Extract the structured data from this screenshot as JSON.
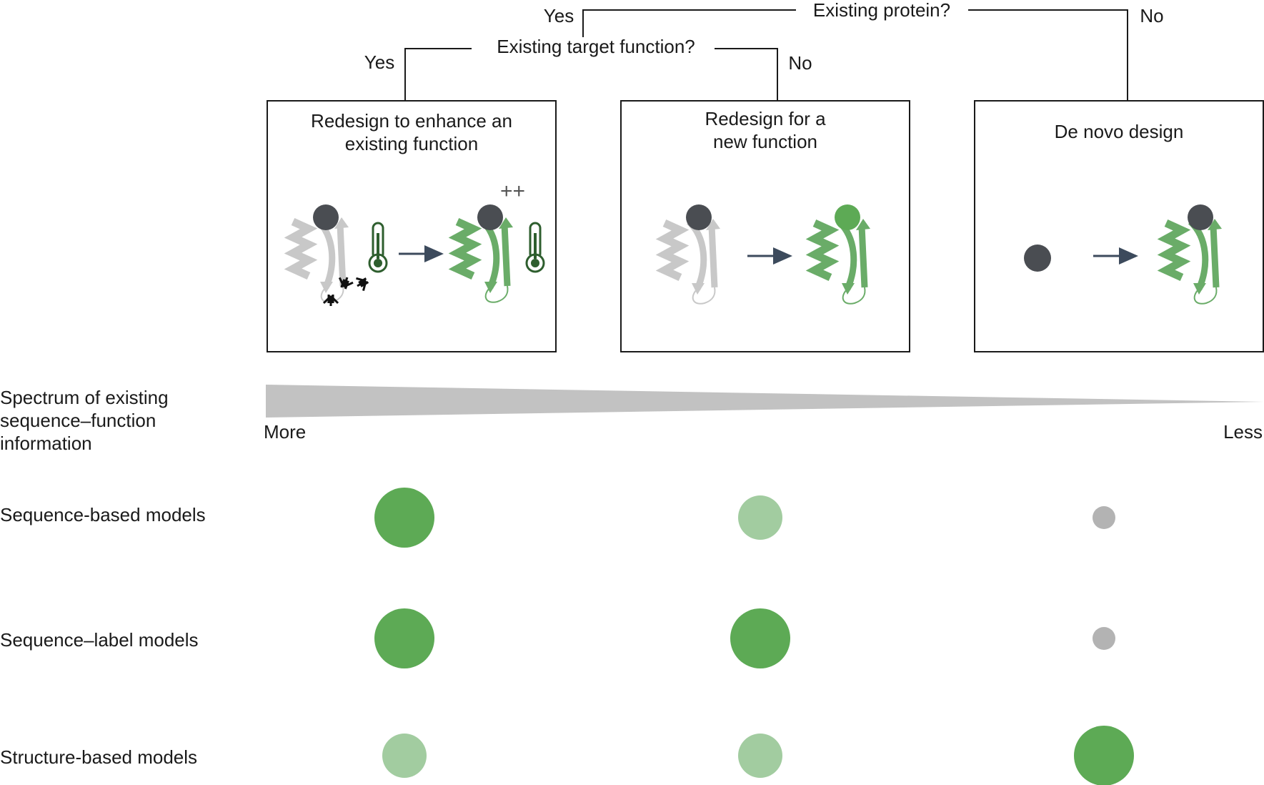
{
  "decision_tree": {
    "top_question": "Existing protein?",
    "top_yes": "Yes",
    "top_no": "No",
    "sub_question": "Existing target function?",
    "sub_yes": "Yes",
    "sub_no": "No"
  },
  "panels": [
    {
      "title_line1": "Redesign to enhance an",
      "title_line2": "existing function",
      "enhance_mark": "++"
    },
    {
      "title_line1": "Redesign for a",
      "title_line2": "new function"
    },
    {
      "title_line1": "De novo design"
    }
  ],
  "spectrum": {
    "label_lines": [
      "Spectrum of existing",
      "sequence–function",
      "information"
    ],
    "left_label": "More",
    "right_label": "Less"
  },
  "model_rows": [
    {
      "label": "Sequence-based models",
      "levels": [
        "high",
        "medium",
        "low"
      ]
    },
    {
      "label": "Sequence–label models",
      "levels": [
        "high",
        "high",
        "low"
      ]
    },
    {
      "label": "Structure-based models",
      "levels": [
        "medium",
        "medium",
        "high"
      ]
    }
  ],
  "colors": {
    "high": "#5daa55",
    "medium": "#a2cca0",
    "low": "#b3b3b3",
    "protein_green": "#6aac68",
    "protein_grey": "#c8c8c8",
    "ligand": "#4a4d52",
    "arrow": "#3c4a5c",
    "thermometer": "#2e5e2e"
  },
  "icons": [
    "protein-icon",
    "ligand-icon",
    "thermometer-icon",
    "antibody-icon",
    "arrow-icon"
  ]
}
